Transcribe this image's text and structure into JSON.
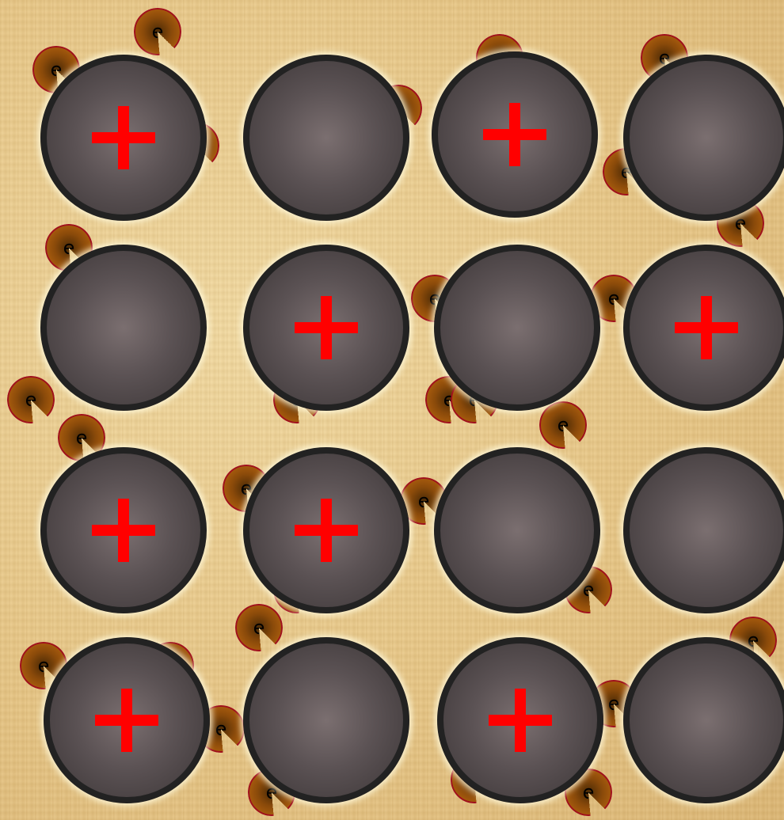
{
  "diagram": {
    "electron_label": "e",
    "ion_symbol": "+",
    "colors": {
      "background": "#e8c88a",
      "ion_body": "#5b5254",
      "ion_outline": "#222222",
      "plus_sign": "#ff0000",
      "electron_body": "#8a4a0a",
      "electron_outline": "#a0101c"
    },
    "ion_grid": {
      "rows": 4,
      "columns": 4,
      "charged": [
        [
          true,
          false,
          true,
          false
        ],
        [
          false,
          true,
          false,
          true
        ],
        [
          true,
          true,
          false,
          false
        ],
        [
          true,
          false,
          true,
          false
        ]
      ]
    },
    "electron_count": 30
  }
}
